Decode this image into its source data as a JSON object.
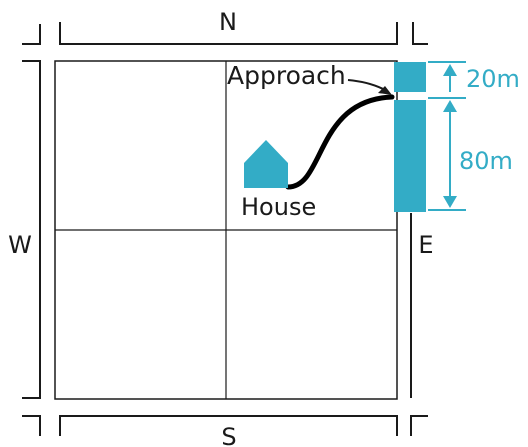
{
  "compass": {
    "north": "N",
    "south": "S",
    "west": "W",
    "east": "E"
  },
  "house": {
    "label": "House"
  },
  "approach": {
    "label": "Approach"
  },
  "dimensions": {
    "upper": "20m",
    "lower": "80m"
  },
  "colors": {
    "accent": "#33acc6",
    "line": "#1a1a1a",
    "text": "#1a1a1a",
    "background": "#ffffff"
  }
}
